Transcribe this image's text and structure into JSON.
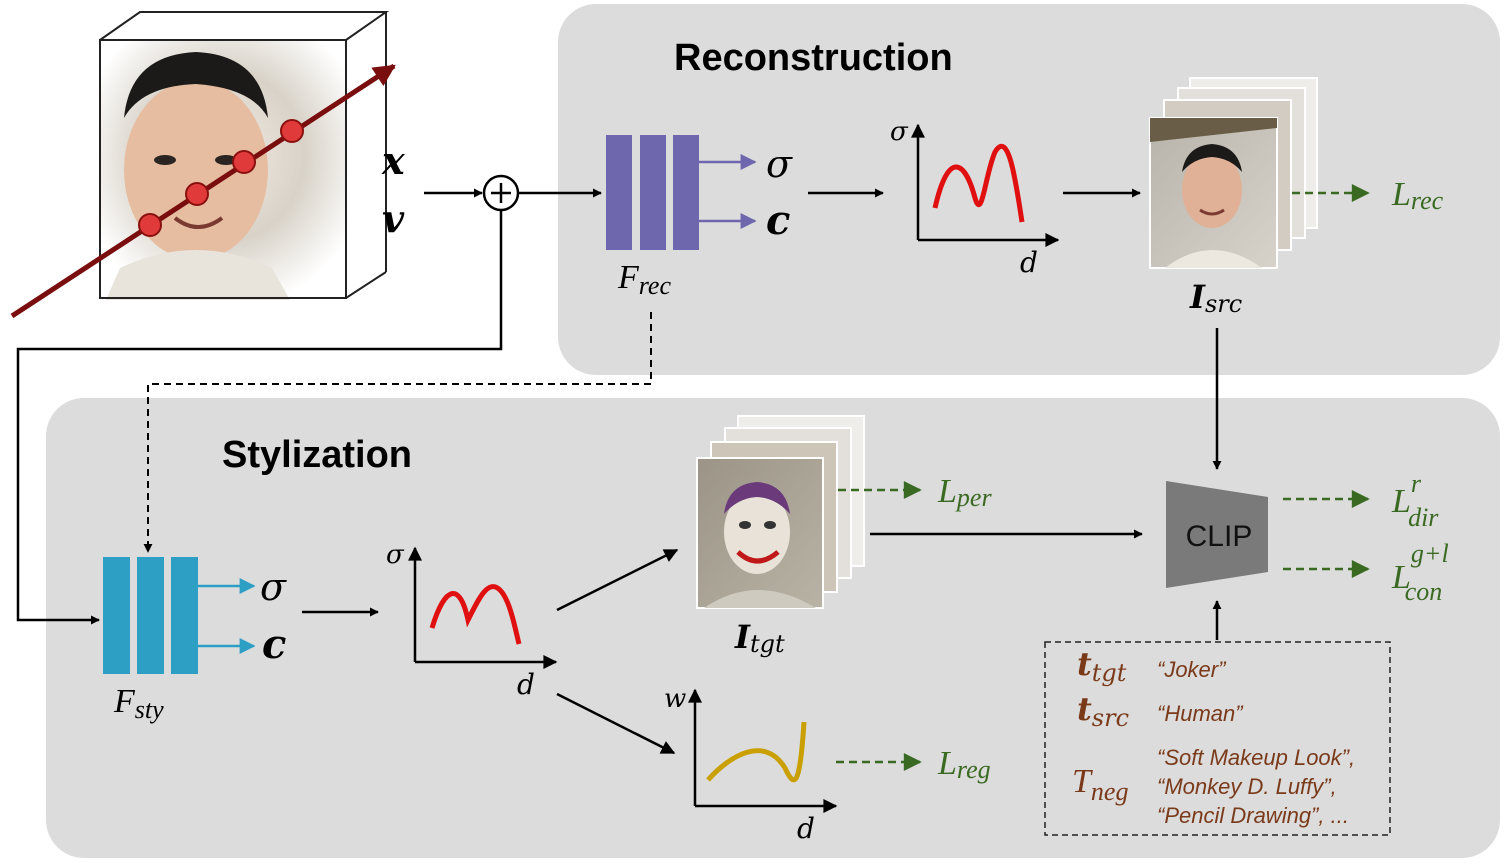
{
  "panels": {
    "reconstruction_title": "Reconstruction",
    "stylization_title": "Stylization"
  },
  "inputs": {
    "x": "x",
    "v": "v",
    "plus": "+"
  },
  "reconstruction": {
    "network": {
      "main": "F",
      "sub": "rec"
    },
    "out_sigma": "σ",
    "out_c": "c",
    "plot": {
      "y_label": "σ",
      "x_label": "d"
    },
    "image_label": {
      "main": "I",
      "sub": "src"
    },
    "loss": {
      "main": "L",
      "sub": "rec"
    }
  },
  "stylization": {
    "network": {
      "main": "F",
      "sub": "sty"
    },
    "out_sigma": "σ",
    "out_c": "c",
    "plot": {
      "y_label": "σ",
      "x_label": "d"
    },
    "image_label": {
      "main": "I",
      "sub": "tgt"
    },
    "loss_per": {
      "main": "L",
      "sub": "per"
    },
    "weight_plot": {
      "y_label": "w",
      "x_label": "d"
    },
    "loss_reg": {
      "main": "L",
      "sub": "reg"
    }
  },
  "clip": {
    "label": "CLIP",
    "loss_dir": {
      "main": "L",
      "sub": "dir",
      "sup": "r"
    },
    "loss_con": {
      "main": "L",
      "sub": "con",
      "sup": "g+l"
    }
  },
  "prompts": {
    "t_tgt": {
      "main": "t",
      "sub": "tgt",
      "text": "“Joker”"
    },
    "t_src": {
      "main": "t",
      "sub": "src",
      "text": "“Human”"
    },
    "t_neg": {
      "main": "T",
      "sub": "neg",
      "lines": [
        "“Soft Makeup Look”,",
        "“Monkey D. Luffy”,",
        "“Pencil Drawing”, ..."
      ]
    }
  },
  "colors": {
    "panel_bg": "#dcdcdc",
    "rec_network": "#6e67ad",
    "sty_network": "#2e9fc4",
    "density_curve": "#e01010",
    "weight_curve": "#c9a000",
    "loss_green": "#3a6a22",
    "prompt_brown": "#7a3a1a",
    "clip_gray": "#7a7a7a",
    "ray_red": "#7a0d0d"
  },
  "icons": [
    "face-volume-box",
    "ray-arrow",
    "sample-point",
    "plus-circle",
    "face-image-stack",
    "joker-image-stack"
  ]
}
